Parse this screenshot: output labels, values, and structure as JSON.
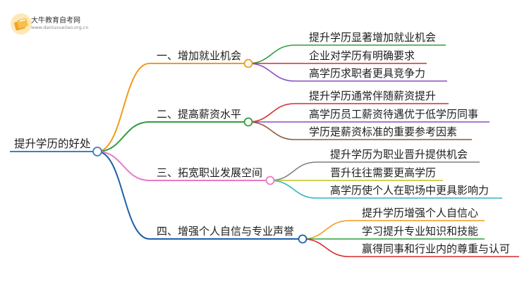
{
  "logo": {
    "title": "大牛教育自考网",
    "url": "www.daniuxueiiao.org.cn"
  },
  "root": {
    "label": "提升学历的好处",
    "color": "#3c7ec9"
  },
  "branches": [
    {
      "label": "一、增加就业机会",
      "color": "#f39a1d",
      "children": [
        {
          "label": "提升学历显著增加就业机会",
          "color": "#2e9e3f"
        },
        {
          "label": "企业对学历有明确要求",
          "color": "#d72b2b"
        },
        {
          "label": "高学历求职者更具竞争力",
          "color": "#8a4fc2"
        }
      ]
    },
    {
      "label": "二、提高薪资水平",
      "color": "#2e9e3f",
      "children": [
        {
          "label": "提升学历通常伴随薪资提升",
          "color": "#d72b2b"
        },
        {
          "label": "高学历员工薪资待遇优于低学历同事",
          "color": "#8a4fc2"
        },
        {
          "label": "学历是薪资标准的重要参考因素",
          "color": "#8b5a3c"
        }
      ]
    },
    {
      "label": "三、拓宽职业发展空间",
      "color": "#e879c7",
      "children": [
        {
          "label": "提升学历为职业晋升提供机会",
          "color": "#7f7f7f"
        },
        {
          "label": "晋升往往需要更高学历",
          "color": "#c4c41a"
        },
        {
          "label": "高学历使个人在职场中更具影响力",
          "color": "#2fb6c6"
        }
      ]
    },
    {
      "label": "四、增强个人自信与专业声誉",
      "color": "#1f5fa8",
      "children": [
        {
          "label": "提升学历增强个人自信心",
          "color": "#f39a1d"
        },
        {
          "label": "学习提升专业知识和技能",
          "color": "#2e9e3f"
        },
        {
          "label": "赢得同事和行业内的尊重与认可",
          "color": "#d72b2b"
        }
      ]
    }
  ]
}
